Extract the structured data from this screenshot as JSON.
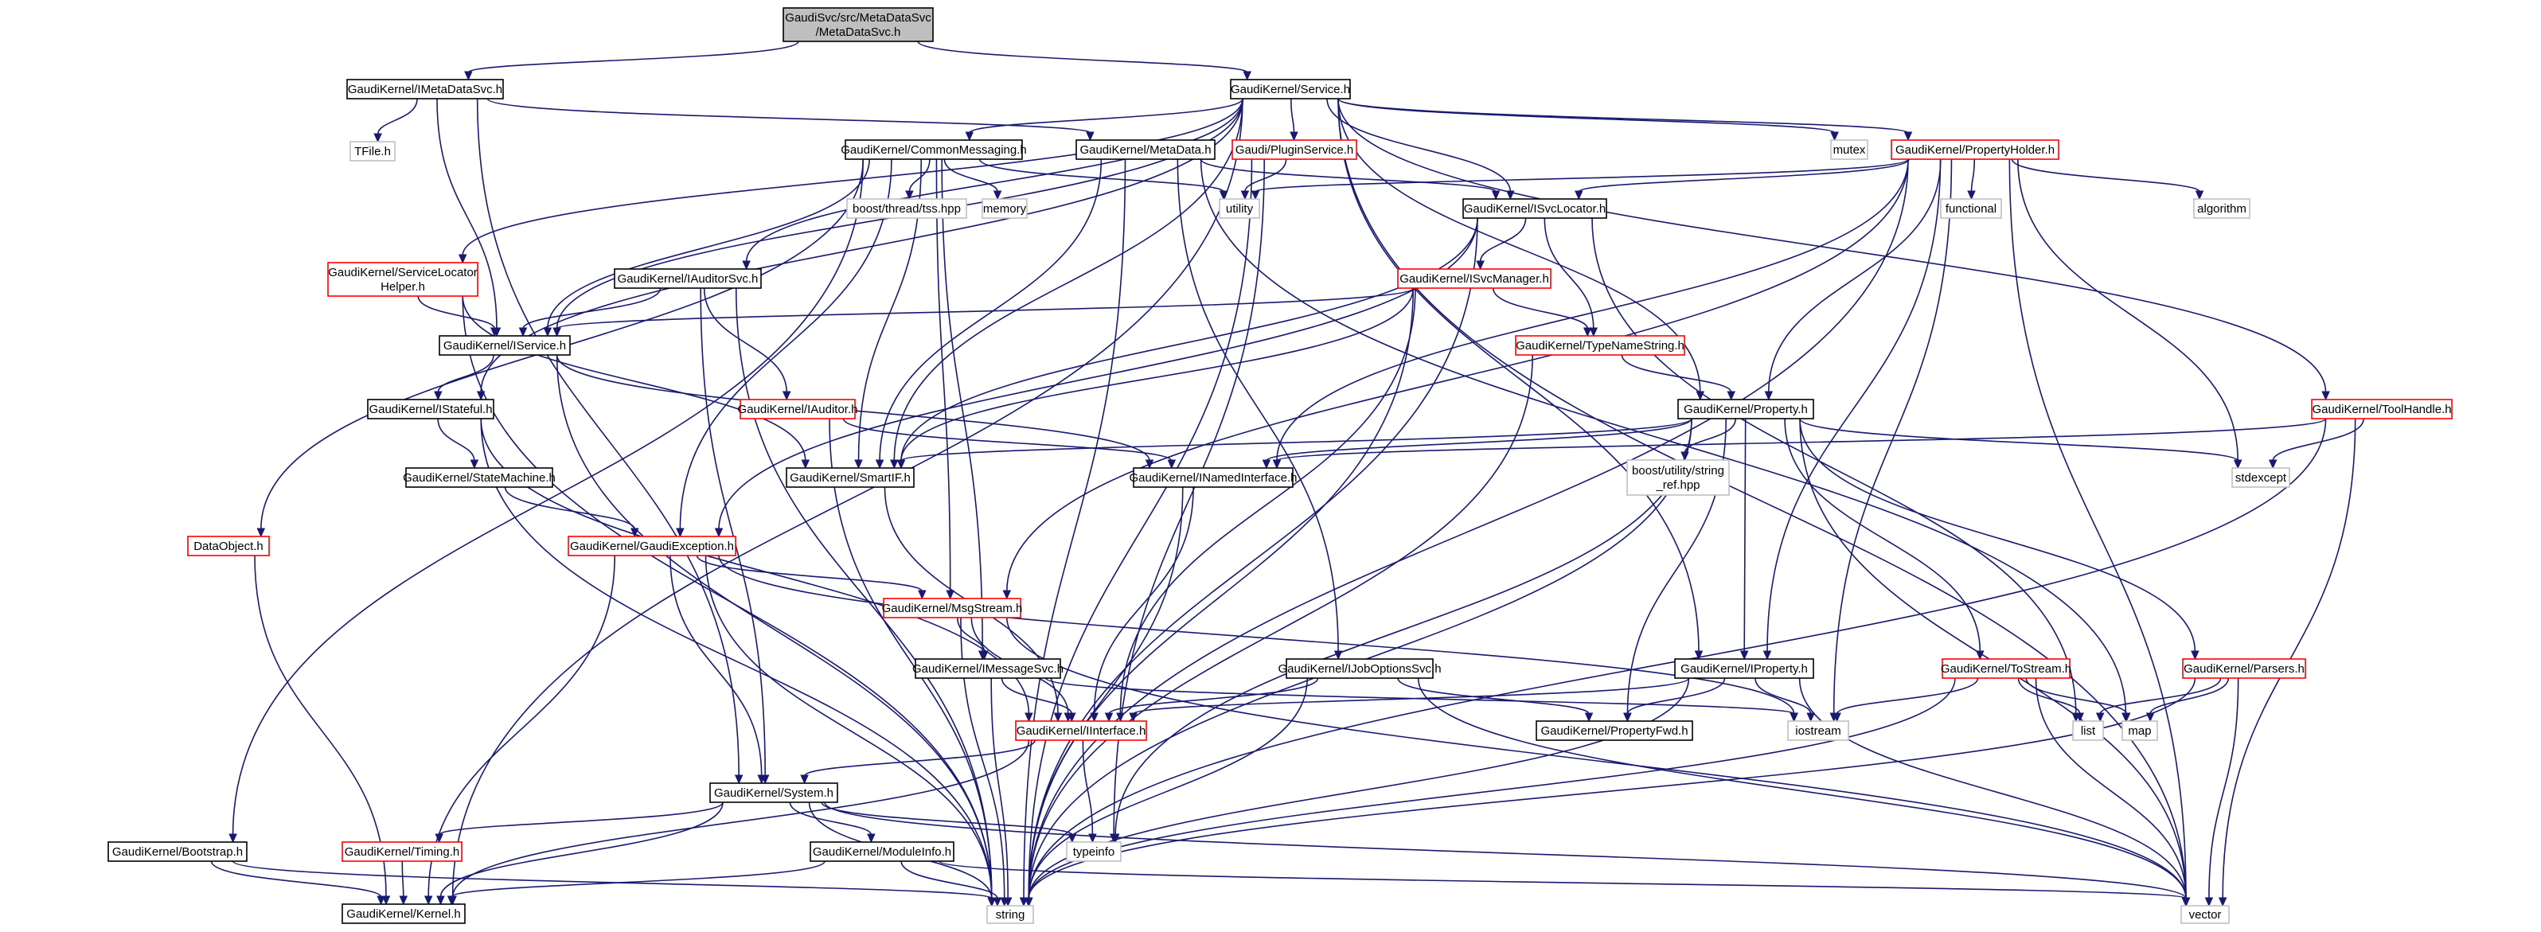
{
  "colors": {
    "edge": "#191970",
    "node_fill": "#ffffff",
    "root_fill": "#bfbfbf",
    "border_default": "#000000",
    "border_truncated": "#ff0000",
    "border_external": "#bfbfbf"
  },
  "graph": {
    "nodes": [
      {
        "id": "root",
        "lines": [
          "GaudiSvc/src/MetaDataSvc",
          "/MetaDataSvc.h"
        ],
        "style": "root"
      },
      {
        "id": "imetadatasvc",
        "lines": [
          "GaudiKernel/IMetaDataSvc.h"
        ],
        "style": "black"
      },
      {
        "id": "service",
        "lines": [
          "GaudiKernel/Service.h"
        ],
        "style": "black"
      },
      {
        "id": "tfile",
        "lines": [
          "TFile.h"
        ],
        "style": "grey"
      },
      {
        "id": "commonmessaging",
        "lines": [
          "GaudiKernel/CommonMessaging.h"
        ],
        "style": "black"
      },
      {
        "id": "metadata",
        "lines": [
          "GaudiKernel/MetaData.h"
        ],
        "style": "black"
      },
      {
        "id": "pluginservice",
        "lines": [
          "Gaudi/PluginService.h"
        ],
        "style": "red"
      },
      {
        "id": "mutex",
        "lines": [
          "mutex"
        ],
        "style": "grey"
      },
      {
        "id": "propertyholder",
        "lines": [
          "GaudiKernel/PropertyHolder.h"
        ],
        "style": "red"
      },
      {
        "id": "tssd",
        "lines": [
          "boost/thread/tss.hpp"
        ],
        "style": "grey"
      },
      {
        "id": "memory",
        "lines": [
          "memory"
        ],
        "style": "grey"
      },
      {
        "id": "utility",
        "lines": [
          "utility"
        ],
        "style": "grey"
      },
      {
        "id": "isvclocator",
        "lines": [
          "GaudiKernel/ISvcLocator.h"
        ],
        "style": "black"
      },
      {
        "id": "functional",
        "lines": [
          "functional"
        ],
        "style": "grey"
      },
      {
        "id": "algorithm",
        "lines": [
          "algorithm"
        ],
        "style": "grey"
      },
      {
        "id": "servicelocatorhelper",
        "lines": [
          "GaudiKernel/ServiceLocator",
          "Helper.h"
        ],
        "style": "red"
      },
      {
        "id": "iauditorsvc",
        "lines": [
          "GaudiKernel/IAuditorSvc.h"
        ],
        "style": "black"
      },
      {
        "id": "isvcmanager",
        "lines": [
          "GaudiKernel/ISvcManager.h"
        ],
        "style": "red"
      },
      {
        "id": "iservice",
        "lines": [
          "GaudiKernel/IService.h"
        ],
        "style": "black"
      },
      {
        "id": "typenamestring",
        "lines": [
          "GaudiKernel/TypeNameString.h"
        ],
        "style": "red"
      },
      {
        "id": "istateful",
        "lines": [
          "GaudiKernel/IStateful.h"
        ],
        "style": "black"
      },
      {
        "id": "iauditor",
        "lines": [
          "GaudiKernel/IAuditor.h"
        ],
        "style": "red"
      },
      {
        "id": "property",
        "lines": [
          "GaudiKernel/Property.h"
        ],
        "style": "black"
      },
      {
        "id": "toolhandle",
        "lines": [
          "GaudiKernel/ToolHandle.h"
        ],
        "style": "red"
      },
      {
        "id": "statemachine",
        "lines": [
          "GaudiKernel/StateMachine.h"
        ],
        "style": "black"
      },
      {
        "id": "smartif",
        "lines": [
          "GaudiKernel/SmartIF.h"
        ],
        "style": "black"
      },
      {
        "id": "inamedinterface",
        "lines": [
          "GaudiKernel/INamedInterface.h"
        ],
        "style": "black"
      },
      {
        "id": "stringref",
        "lines": [
          "boost/utility/string",
          "_ref.hpp"
        ],
        "style": "grey"
      },
      {
        "id": "stdexcept",
        "lines": [
          "stdexcept"
        ],
        "style": "grey"
      },
      {
        "id": "dataobject",
        "lines": [
          "DataObject.h"
        ],
        "style": "red"
      },
      {
        "id": "gaudiexception",
        "lines": [
          "GaudiKernel/GaudiException.h"
        ],
        "style": "red"
      },
      {
        "id": "msgstream",
        "lines": [
          "GaudiKernel/MsgStream.h"
        ],
        "style": "red"
      },
      {
        "id": "imessagesvc",
        "lines": [
          "GaudiKernel/IMessageSvc.h"
        ],
        "style": "black"
      },
      {
        "id": "ijoboptionssvc",
        "lines": [
          "GaudiKernel/IJobOptionsSvc.h"
        ],
        "style": "black"
      },
      {
        "id": "iproperty",
        "lines": [
          "GaudiKernel/IProperty.h"
        ],
        "style": "black"
      },
      {
        "id": "tostream",
        "lines": [
          "GaudiKernel/ToStream.h"
        ],
        "style": "red"
      },
      {
        "id": "parsers",
        "lines": [
          "GaudiKernel/Parsers.h"
        ],
        "style": "red"
      },
      {
        "id": "iinterface",
        "lines": [
          "GaudiKernel/IInterface.h"
        ],
        "style": "red"
      },
      {
        "id": "propertyfwd",
        "lines": [
          "GaudiKernel/PropertyFwd.h"
        ],
        "style": "black"
      },
      {
        "id": "iostream",
        "lines": [
          "iostream"
        ],
        "style": "grey"
      },
      {
        "id": "list",
        "lines": [
          "list"
        ],
        "style": "grey"
      },
      {
        "id": "map",
        "lines": [
          "map"
        ],
        "style": "grey"
      },
      {
        "id": "system",
        "lines": [
          "GaudiKernel/System.h"
        ],
        "style": "black"
      },
      {
        "id": "bootstrap",
        "lines": [
          "GaudiKernel/Bootstrap.h"
        ],
        "style": "black"
      },
      {
        "id": "timing",
        "lines": [
          "GaudiKernel/Timing.h"
        ],
        "style": "red"
      },
      {
        "id": "moduleinfo",
        "lines": [
          "GaudiKernel/ModuleInfo.h"
        ],
        "style": "black"
      },
      {
        "id": "typeinfo",
        "lines": [
          "typeinfo"
        ],
        "style": "grey"
      },
      {
        "id": "kernel",
        "lines": [
          "GaudiKernel/Kernel.h"
        ],
        "style": "black"
      },
      {
        "id": "string",
        "lines": [
          "string"
        ],
        "style": "grey"
      },
      {
        "id": "vector",
        "lines": [
          "vector"
        ],
        "style": "grey"
      }
    ],
    "edges": [
      [
        "root",
        "imetadatasvc"
      ],
      [
        "root",
        "service"
      ],
      [
        "imetadatasvc",
        "tfile"
      ],
      [
        "imetadatasvc",
        "metadata"
      ],
      [
        "imetadatasvc",
        "iservice"
      ],
      [
        "imetadatasvc",
        "system"
      ],
      [
        "service",
        "commonmessaging"
      ],
      [
        "service",
        "pluginservice"
      ],
      [
        "service",
        "mutex"
      ],
      [
        "service",
        "propertyholder"
      ],
      [
        "service",
        "isvclocator"
      ],
      [
        "service",
        "servicelocatorhelper"
      ],
      [
        "service",
        "iauditorsvc"
      ],
      [
        "service",
        "iservice"
      ],
      [
        "service",
        "istateful"
      ],
      [
        "service",
        "property"
      ],
      [
        "service",
        "toolhandle"
      ],
      [
        "service",
        "iproperty"
      ],
      [
        "service",
        "smartif"
      ],
      [
        "service",
        "vector"
      ],
      [
        "service",
        "kernel"
      ],
      [
        "commonmessaging",
        "tssd"
      ],
      [
        "commonmessaging",
        "memory"
      ],
      [
        "commonmessaging",
        "utility"
      ],
      [
        "commonmessaging",
        "iservice"
      ],
      [
        "commonmessaging",
        "smartif"
      ],
      [
        "commonmessaging",
        "gaudiexception"
      ],
      [
        "commonmessaging",
        "msgstream"
      ],
      [
        "commonmessaging",
        "imessagesvc"
      ],
      [
        "commonmessaging",
        "bootstrap"
      ],
      [
        "commonmessaging",
        "dataobject"
      ],
      [
        "metadata",
        "isvclocator"
      ],
      [
        "metadata",
        "map"
      ],
      [
        "metadata",
        "ijoboptionssvc"
      ],
      [
        "metadata",
        "smartif"
      ],
      [
        "metadata",
        "string"
      ],
      [
        "pluginservice",
        "utility"
      ],
      [
        "pluginservice",
        "typeinfo"
      ],
      [
        "pluginservice",
        "string"
      ],
      [
        "propertyholder",
        "utility"
      ],
      [
        "propertyholder",
        "functional"
      ],
      [
        "propertyholder",
        "algorithm"
      ],
      [
        "propertyholder",
        "isvclocator"
      ],
      [
        "propertyholder",
        "stdexcept"
      ],
      [
        "propertyholder",
        "iostream"
      ],
      [
        "propertyholder",
        "iproperty"
      ],
      [
        "propertyholder",
        "property"
      ],
      [
        "propertyholder",
        "inamedinterface"
      ],
      [
        "propertyholder",
        "msgstream"
      ],
      [
        "propertyholder",
        "string"
      ],
      [
        "propertyholder",
        "vector"
      ],
      [
        "isvclocator",
        "isvcmanager"
      ],
      [
        "isvclocator",
        "typenamestring"
      ],
      [
        "isvclocator",
        "smartif"
      ],
      [
        "isvclocator",
        "list"
      ],
      [
        "isvclocator",
        "string"
      ],
      [
        "isvclocator",
        "gaudiexception"
      ],
      [
        "servicelocatorhelper",
        "iservice"
      ],
      [
        "servicelocatorhelper",
        "smartif"
      ],
      [
        "servicelocatorhelper",
        "string"
      ],
      [
        "iauditorsvc",
        "iservice"
      ],
      [
        "iauditorsvc",
        "iauditor"
      ],
      [
        "iauditorsvc",
        "system"
      ],
      [
        "iauditorsvc",
        "string"
      ],
      [
        "isvcmanager",
        "iservice"
      ],
      [
        "isvcmanager",
        "typenamestring"
      ],
      [
        "isvcmanager",
        "smartif"
      ],
      [
        "isvcmanager",
        "iinterface"
      ],
      [
        "isvcmanager",
        "string"
      ],
      [
        "iservice",
        "istateful"
      ],
      [
        "iservice",
        "inamedinterface"
      ],
      [
        "iservice",
        "string"
      ],
      [
        "typenamestring",
        "property"
      ],
      [
        "typenamestring",
        "string"
      ],
      [
        "istateful",
        "statemachine"
      ],
      [
        "istateful",
        "iinterface"
      ],
      [
        "istateful",
        "string"
      ],
      [
        "iauditor",
        "inamedinterface"
      ],
      [
        "iauditor",
        "string"
      ],
      [
        "property",
        "smartif"
      ],
      [
        "property",
        "inamedinterface"
      ],
      [
        "property",
        "stringref"
      ],
      [
        "property",
        "stdexcept"
      ],
      [
        "property",
        "iproperty"
      ],
      [
        "property",
        "propertyfwd"
      ],
      [
        "property",
        "tostream"
      ],
      [
        "property",
        "parsers"
      ],
      [
        "property",
        "typeinfo"
      ],
      [
        "property",
        "string"
      ],
      [
        "property",
        "vector"
      ],
      [
        "toolhandle",
        "inamedinterface"
      ],
      [
        "toolhandle",
        "stdexcept"
      ],
      [
        "toolhandle",
        "vector"
      ],
      [
        "toolhandle",
        "string"
      ],
      [
        "statemachine",
        "gaudiexception"
      ],
      [
        "smartif",
        "iinterface"
      ],
      [
        "inamedinterface",
        "iinterface"
      ],
      [
        "inamedinterface",
        "string"
      ],
      [
        "dataobject",
        "kernel"
      ],
      [
        "gaudiexception",
        "msgstream"
      ],
      [
        "gaudiexception",
        "system"
      ],
      [
        "gaudiexception",
        "string"
      ],
      [
        "gaudiexception",
        "iostream"
      ],
      [
        "gaudiexception",
        "kernel"
      ],
      [
        "msgstream",
        "imessagesvc"
      ],
      [
        "msgstream",
        "iinterface"
      ],
      [
        "msgstream",
        "string"
      ],
      [
        "msgstream",
        "vector"
      ],
      [
        "imessagesvc",
        "iinterface"
      ],
      [
        "imessagesvc",
        "string"
      ],
      [
        "imessagesvc",
        "iostream"
      ],
      [
        "ijoboptionssvc",
        "iinterface"
      ],
      [
        "ijoboptionssvc",
        "propertyfwd"
      ],
      [
        "ijoboptionssvc",
        "string"
      ],
      [
        "ijoboptionssvc",
        "vector"
      ],
      [
        "iproperty",
        "iinterface"
      ],
      [
        "iproperty",
        "propertyfwd"
      ],
      [
        "iproperty",
        "iostream"
      ],
      [
        "iproperty",
        "string"
      ],
      [
        "iproperty",
        "vector"
      ],
      [
        "tostream",
        "iostream"
      ],
      [
        "tostream",
        "list"
      ],
      [
        "tostream",
        "map"
      ],
      [
        "tostream",
        "string"
      ],
      [
        "tostream",
        "vector"
      ],
      [
        "parsers",
        "list"
      ],
      [
        "parsers",
        "map"
      ],
      [
        "parsers",
        "string"
      ],
      [
        "parsers",
        "vector"
      ],
      [
        "iinterface",
        "system"
      ],
      [
        "iinterface",
        "typeinfo"
      ],
      [
        "iinterface",
        "kernel"
      ],
      [
        "system",
        "timing"
      ],
      [
        "system",
        "moduleinfo"
      ],
      [
        "system",
        "typeinfo"
      ],
      [
        "system",
        "string"
      ],
      [
        "system",
        "vector"
      ],
      [
        "system",
        "kernel"
      ],
      [
        "bootstrap",
        "kernel"
      ],
      [
        "bootstrap",
        "string"
      ],
      [
        "timing",
        "kernel"
      ],
      [
        "moduleinfo",
        "kernel"
      ],
      [
        "moduleinfo",
        "string"
      ],
      [
        "moduleinfo",
        "vector"
      ]
    ]
  }
}
